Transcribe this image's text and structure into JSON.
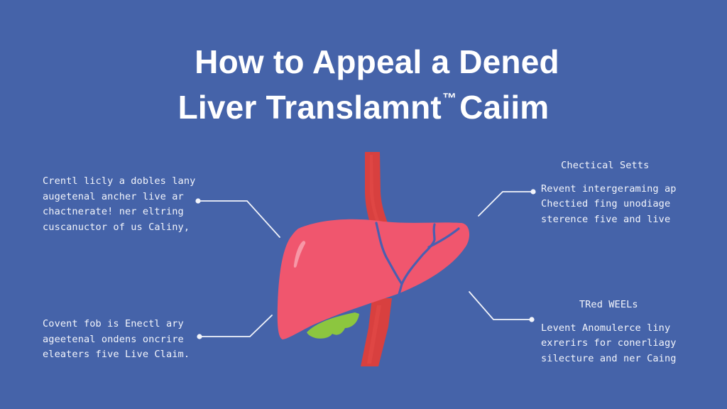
{
  "title": {
    "line1": "How to Appeal a Dened",
    "line2_main": "Liver Translamnt",
    "line2_mark": "™",
    "line2_end": "Caiim"
  },
  "callouts": {
    "left_top": {
      "lines": [
        "Crentl licly a dobles lany",
        "augetenal ancher live ar",
        "chactnerate! ner eltring",
        "cuscanuctor of us Caliny,"
      ]
    },
    "left_bottom": {
      "lines": [
        "Covent fob is Enectl ary",
        "ageetenal ondens oncrire",
        "eleaters five Live Claim."
      ]
    },
    "right_top": {
      "heading": "Chectical Setts",
      "lines": [
        "Revent intergeraming ap",
        "Chectied fing unodiage",
        "sterence five and live"
      ]
    },
    "right_bottom": {
      "heading": "TRed WEELs",
      "lines": [
        "Levent Anomulerce liny",
        "exrerirs for conerliagy",
        "silecture and ner Caing"
      ]
    }
  },
  "illustration": {
    "subject": "liver-with-blood-vessel",
    "colors": {
      "background": "#4563a9",
      "liver": "#f0566e",
      "vessel": "#d8403f",
      "veins": "#4a5fb0",
      "gallbladder": "#8cc63f",
      "connector": "#f2f4fa"
    }
  }
}
